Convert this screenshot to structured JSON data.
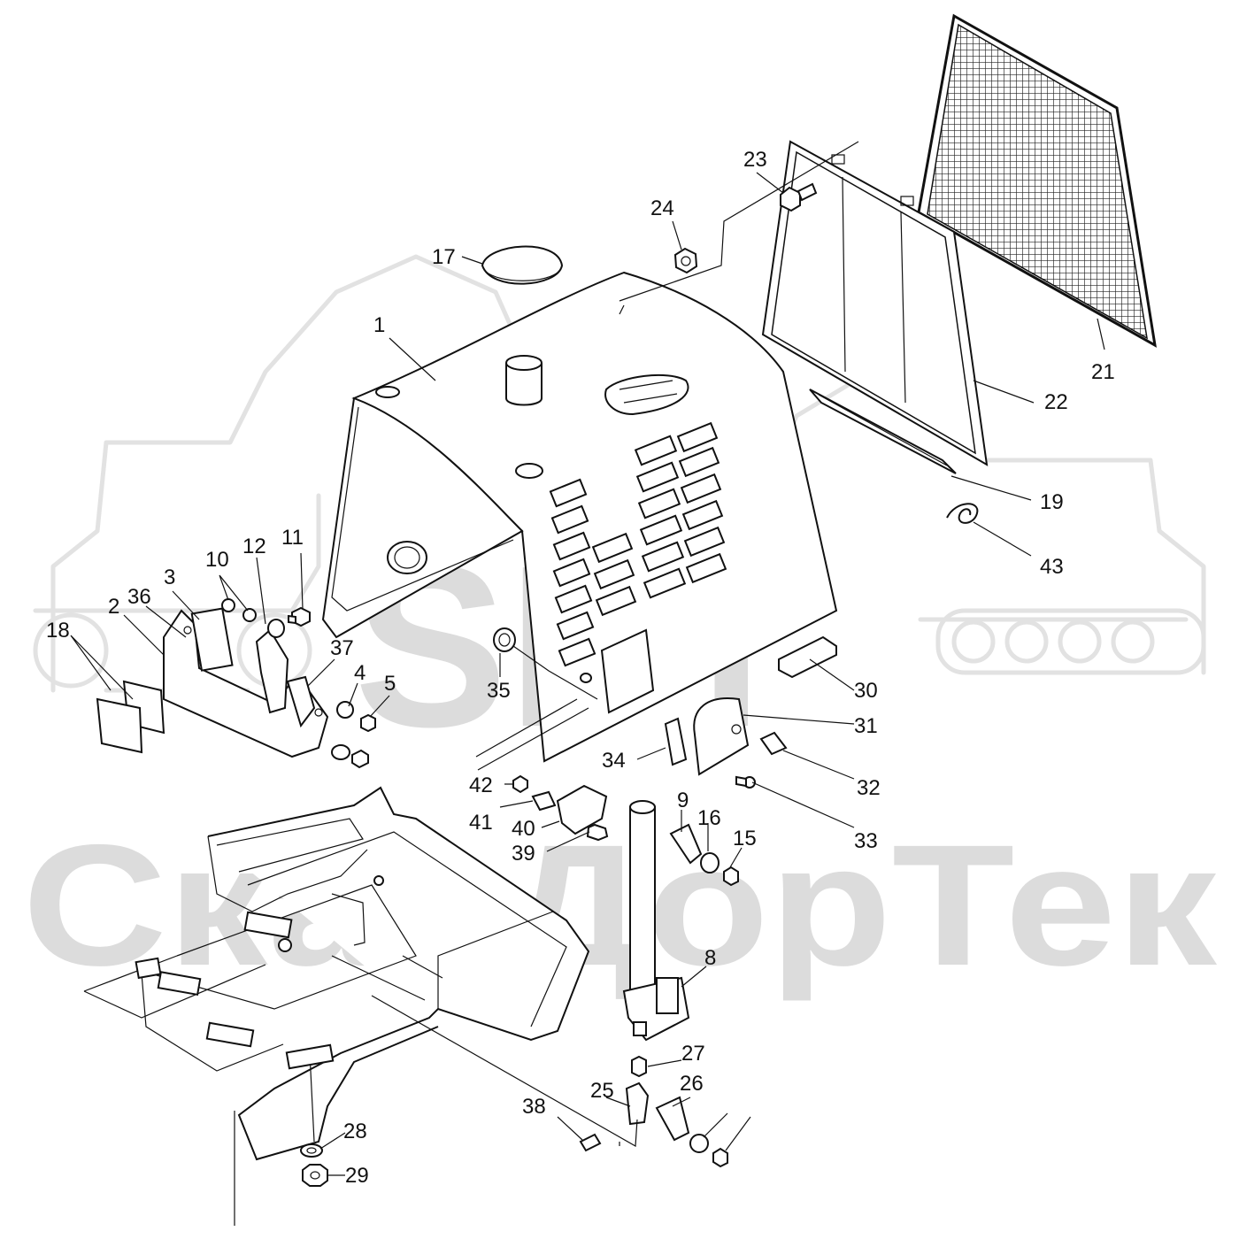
{
  "watermark": {
    "logo_text": "SPT",
    "company_text": "СканДорТек"
  },
  "part_numbers": [
    "1",
    "2",
    "3",
    "4",
    "5",
    "8",
    "9",
    "10",
    "11",
    "12",
    "15",
    "16",
    "17",
    "18",
    "19",
    "21",
    "22",
    "23",
    "24",
    "25",
    "26",
    "27",
    "28",
    "29",
    "30",
    "31",
    "32",
    "33",
    "34",
    "35",
    "36",
    "37",
    "38",
    "39",
    "40",
    "41",
    "42",
    "43"
  ]
}
